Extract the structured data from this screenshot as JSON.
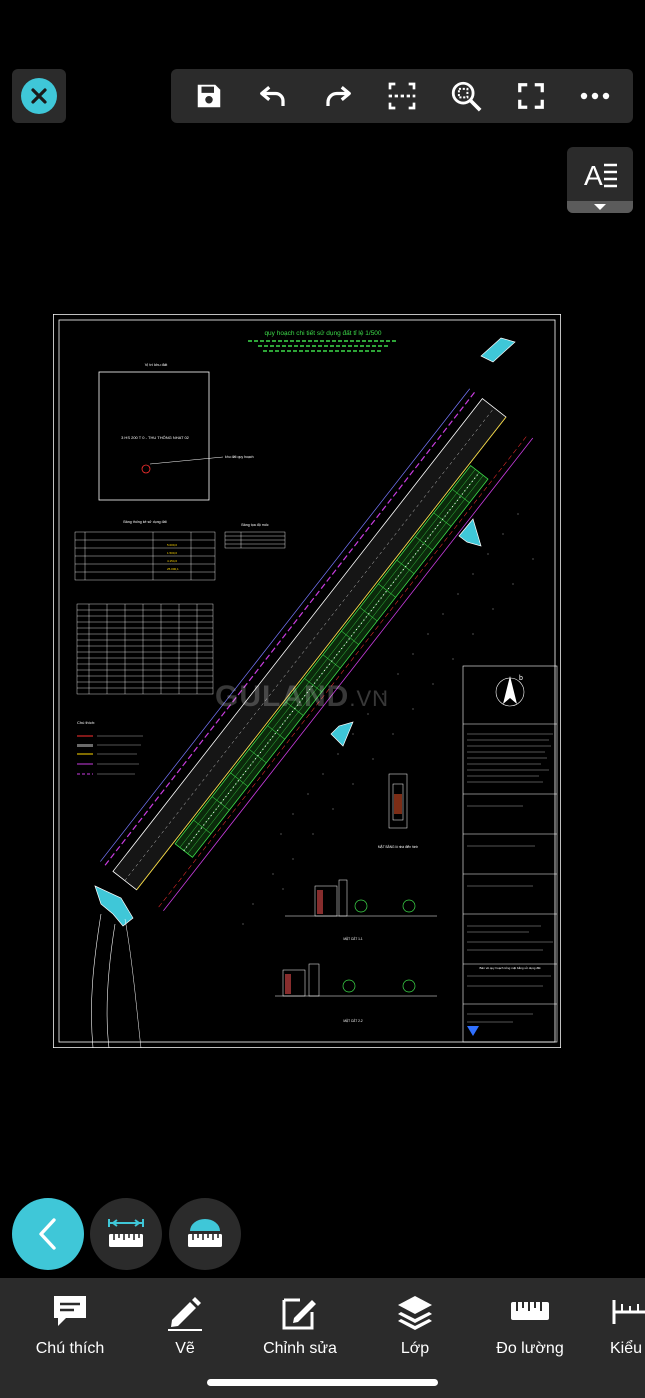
{
  "toolbar": {
    "close_icon": "close-icon",
    "items": [
      "save-icon",
      "undo-icon",
      "redo-icon",
      "crop-icon",
      "zoom-fit-icon",
      "fullscreen-icon",
      "more-icon"
    ]
  },
  "text_toggle": {
    "label": "A≡"
  },
  "drawing": {
    "title": "quy hoạch chi tiết sử dụng đất tỉ lệ 1/500",
    "location_box_text": "3 HS 200 T 0 - THU THÔNG NHAT 02",
    "location_label": "Vị trí khu đất",
    "table1_title": "Bảng thống kê sử dụng đất",
    "table2_title": "Bảng tọa độ mốc",
    "notes_title": "Chú thích:",
    "section_1": "MẶT CẮT 1-1",
    "section_2": "MẶT CẮT 2-2",
    "section_plan": "MẶT BẰNG lô nhà điển hình",
    "stamp_text": "Bản vẽ quy hoạch tổng mặt bằng sử dụng đất"
  },
  "watermark": {
    "brand": "GULAND",
    "domain": ".VN"
  },
  "fabs": {
    "back": "chevron-left-icon",
    "measure": "ruler-length-icon",
    "area": "ruler-area-icon"
  },
  "bottom_nav": [
    {
      "label": "Chú thích",
      "icon": "comment-icon"
    },
    {
      "label": "Vẽ",
      "icon": "pencil-icon"
    },
    {
      "label": "Chỉnh sửa",
      "icon": "edit-icon"
    },
    {
      "label": "Lớp",
      "icon": "layers-icon"
    },
    {
      "label": "Đo lường",
      "icon": "ruler-icon"
    },
    {
      "label": "Kiểu",
      "icon": "style-icon"
    }
  ]
}
